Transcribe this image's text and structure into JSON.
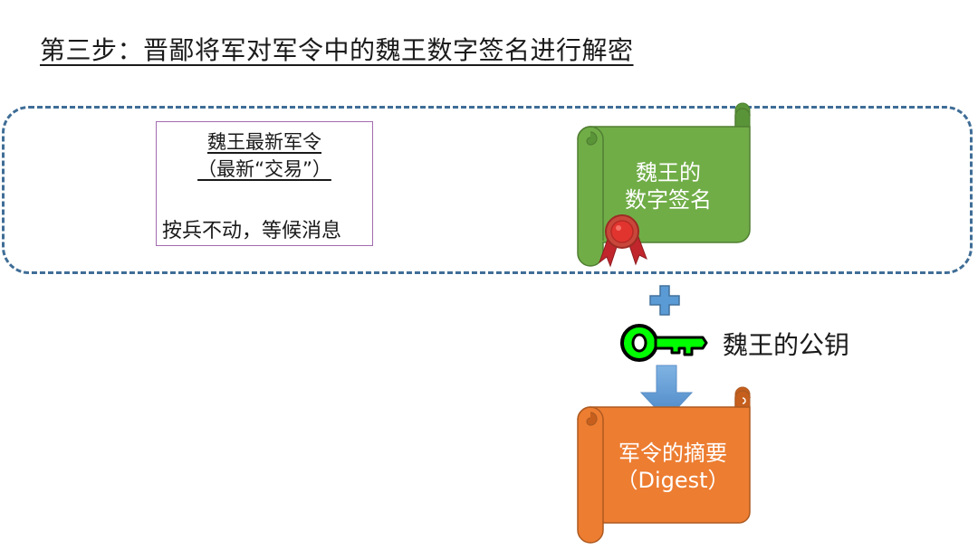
{
  "title": "第三步：晋鄙将军对军令中的魏王数字签名进行解密",
  "message": {
    "line1": "魏王最新军令",
    "line2": "（最新“交易”）",
    "body": "按兵不动，等候消息"
  },
  "signature_scroll": {
    "line1": "魏王的",
    "line2": "数字签名",
    "color": "#70ad47"
  },
  "public_key": {
    "label": "魏王的公钥",
    "color": "#00ff00"
  },
  "digest_scroll": {
    "line1": "军令的摘要",
    "line2": "（Digest）",
    "color": "#ed7d31"
  },
  "colors": {
    "dashed_border": "#3f6d96",
    "message_border": "#a36bb0",
    "plus": "#5b9bd5",
    "arrow": "#5b9bd5"
  }
}
